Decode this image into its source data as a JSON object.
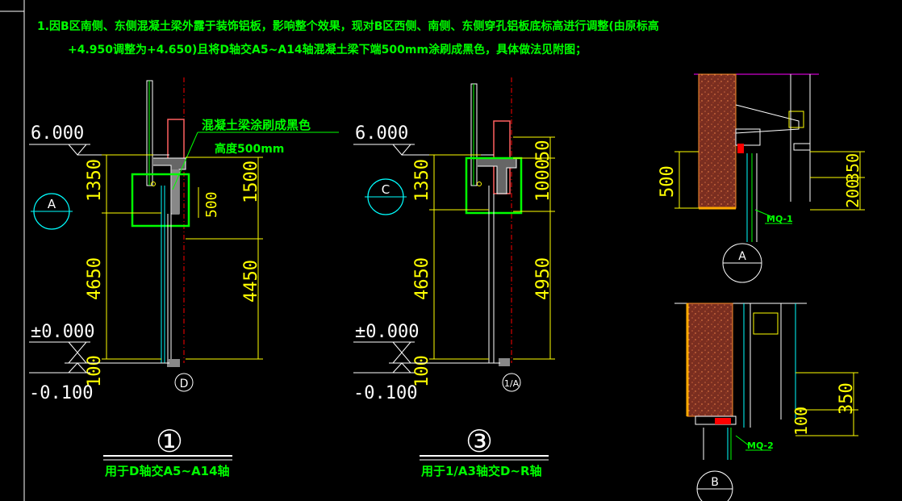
{
  "notes": {
    "line1": "1.因B区南侧、东侧混凝土梁外露于装饰铝板，影响整个效果，现对B区西侧、南侧、东侧穿孔铝板底标高进行调整(由原标高",
    "line2": "+4.950调整为+4.650)且将D轴交A5~A14轴混凝土梁下端500mm涂刷成黑色，具体做法见附图；"
  },
  "detail1": {
    "level_top": "6.000",
    "level_zero": "±0.000",
    "level_bottom": "-0.100",
    "dim_1350": "1350",
    "dim_1500": "1500",
    "dim_500": "500",
    "dim_4650": "4650",
    "dim_4450": "4450",
    "dim_100": "100",
    "callout_line1": "混凝土梁涂刷成黑色",
    "callout_line2": "高度500mm",
    "section_symbol": "A",
    "axis_tag": "D",
    "number": "①",
    "caption": "用于D轴交A5~A14轴"
  },
  "detail3": {
    "level_top": "6.000",
    "level_zero": "±0.000",
    "level_bottom": "-0.100",
    "dim_1350": "1350",
    "dim_1000": "1000",
    "dim_50": "50",
    "dim_4650": "4650",
    "dim_4950": "4950",
    "dim_100": "100",
    "section_symbol": "C",
    "axis_tag": "1/A",
    "number": "③",
    "caption": "用于1/A3轴交D~R轴"
  },
  "detailA": {
    "dim_500": "500",
    "dim_200": "200",
    "dim_350": "350",
    "tag": "MQ-1",
    "symbol": "A"
  },
  "detailB": {
    "dim_100": "100",
    "dim_350": "350",
    "tag": "MQ-2",
    "symbol": "B"
  },
  "colors": {
    "background": "#000000",
    "annotation": "#00ff00",
    "dimension": "#ffff00",
    "axis_line": "#ff0000",
    "frame": "#ffffff",
    "section_symbol": "#00ffff",
    "concrete_fill": "#7a2e20",
    "mullion": "#00ffff"
  }
}
